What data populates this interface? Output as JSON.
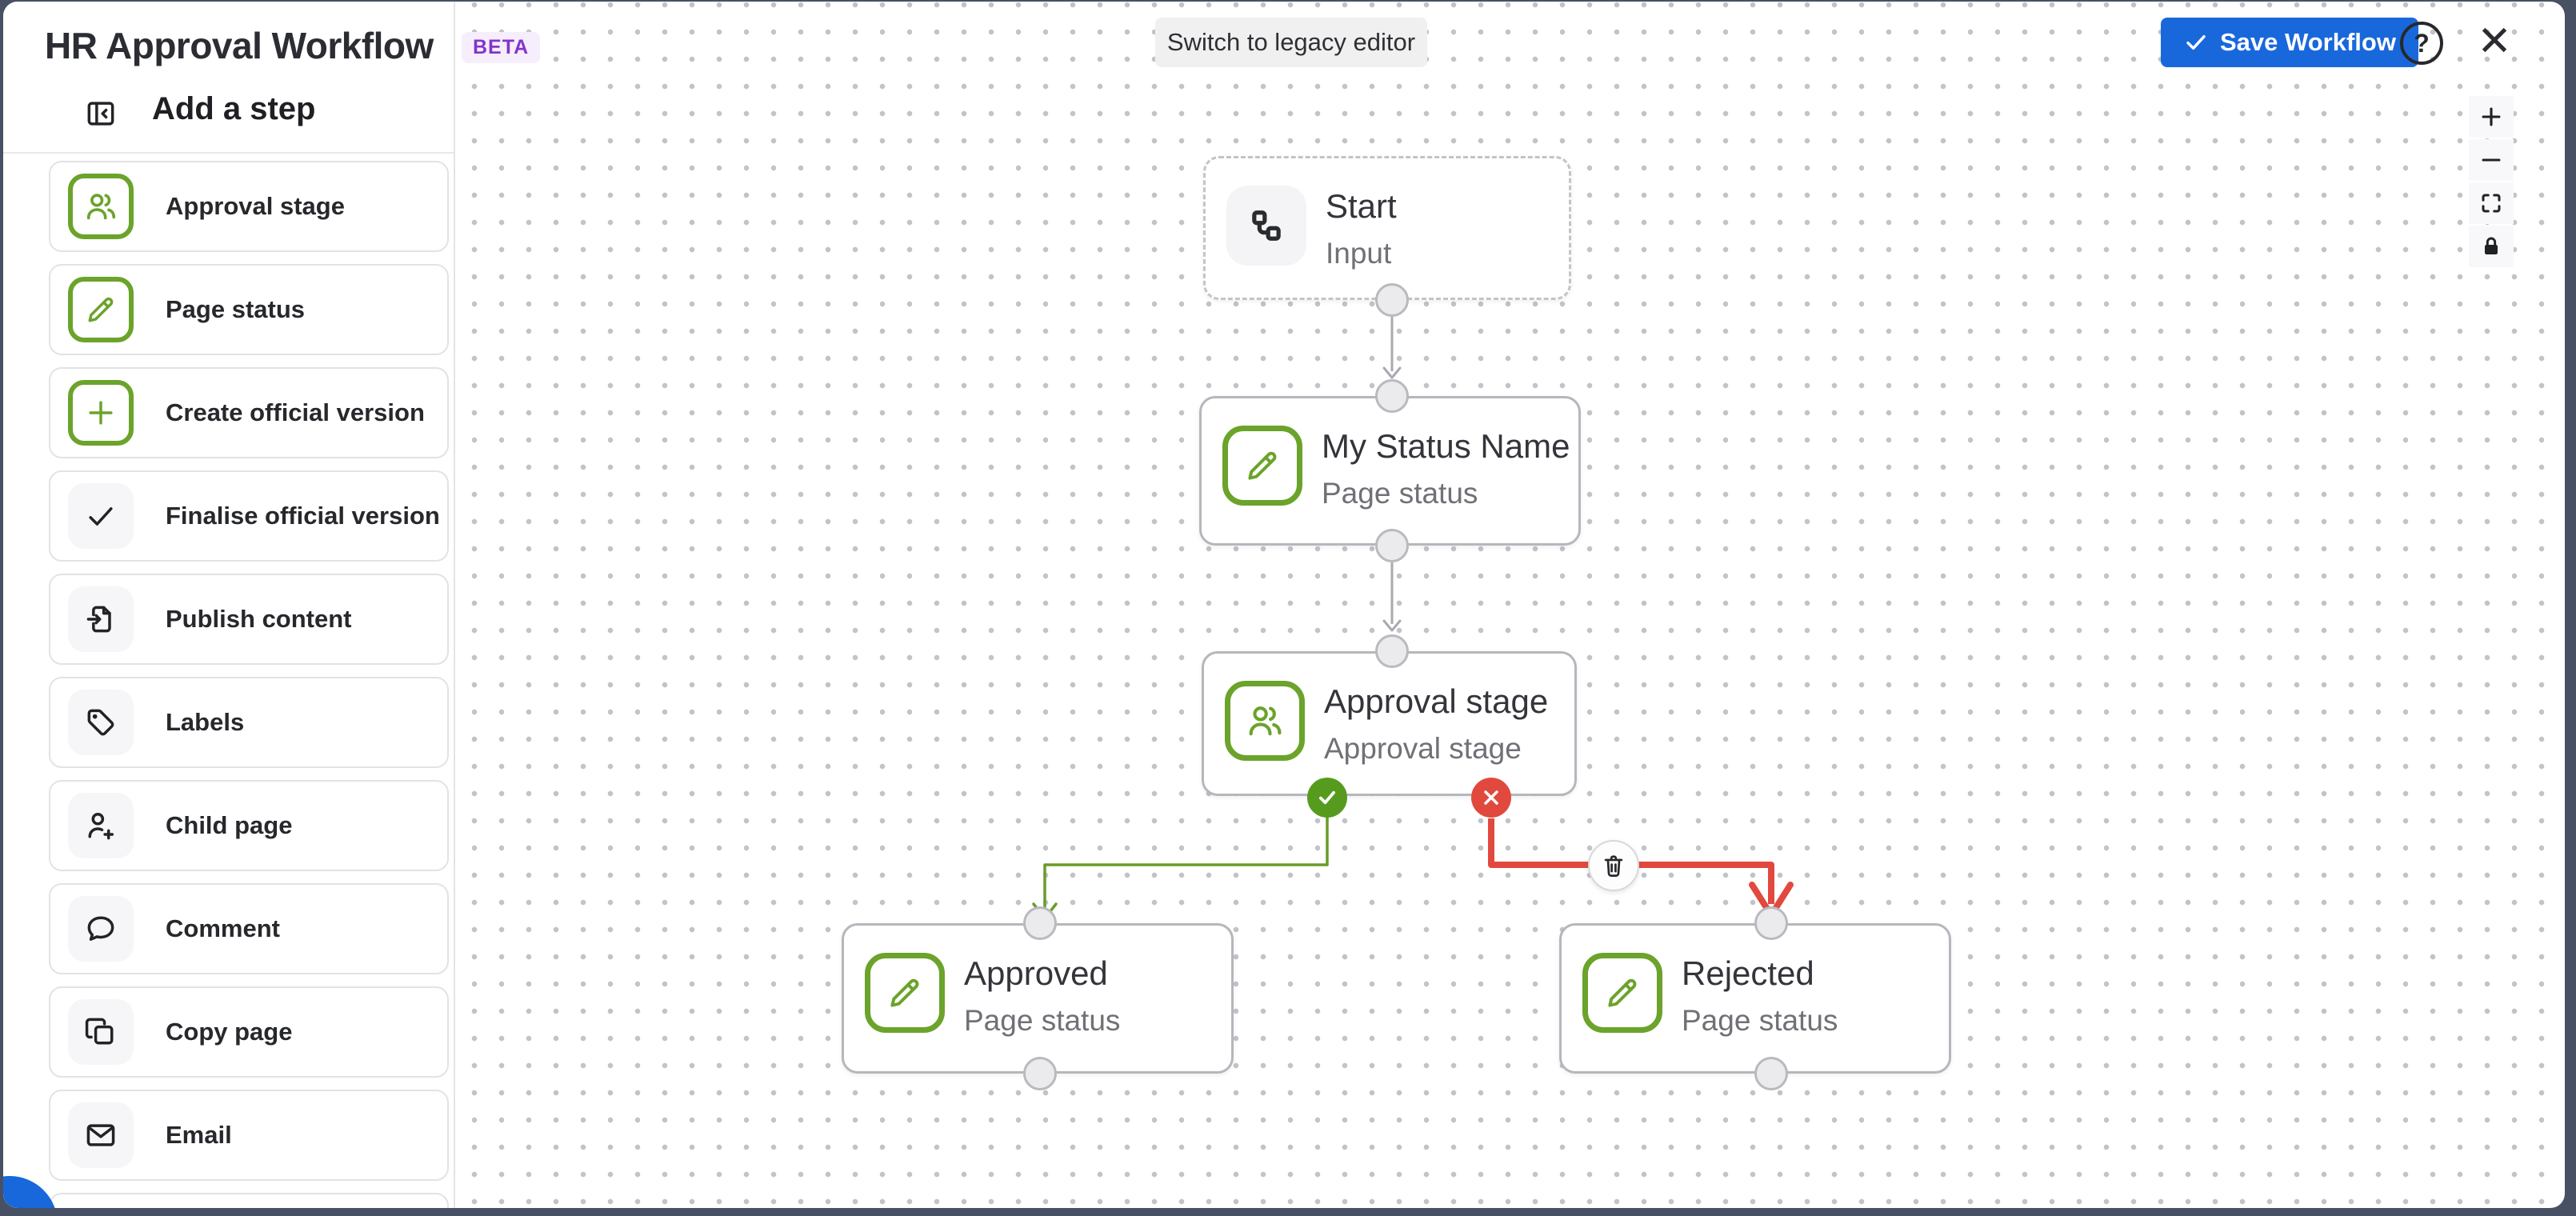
{
  "app": {
    "title": "HR Approval Workflow",
    "beta": "BETA"
  },
  "toolbar": {
    "switch_label": "Switch to legacy editor",
    "save_label": "Save Workflow",
    "help_label": "?"
  },
  "sidebar": {
    "title": "Add a step",
    "items": [
      {
        "label": "Approval stage",
        "icon": "people-icon",
        "variant": "green"
      },
      {
        "label": "Page status",
        "icon": "pencil-icon",
        "variant": "green"
      },
      {
        "label": "Create official version",
        "icon": "plus-icon",
        "variant": "green"
      },
      {
        "label": "Finalise official version",
        "icon": "check-icon",
        "variant": "gray"
      },
      {
        "label": "Publish content",
        "icon": "publish-icon",
        "variant": "gray"
      },
      {
        "label": "Labels",
        "icon": "tag-icon",
        "variant": "gray"
      },
      {
        "label": "Child page",
        "icon": "person-plus-icon",
        "variant": "gray"
      },
      {
        "label": "Comment",
        "icon": "comment-icon",
        "variant": "gray"
      },
      {
        "label": "Copy page",
        "icon": "copy-icon",
        "variant": "gray"
      },
      {
        "label": "Email",
        "icon": "email-icon",
        "variant": "gray"
      }
    ]
  },
  "canvas": {
    "nodes": {
      "start": {
        "title": "Start",
        "subtitle": "Input",
        "icon": "workflow-icon"
      },
      "status": {
        "title": "My Status Name",
        "subtitle": "Page status",
        "icon": "pencil-icon"
      },
      "approval": {
        "title": "Approval stage",
        "subtitle": "Approval stage",
        "icon": "people-icon"
      },
      "approved": {
        "title": "Approved",
        "subtitle": "Page status",
        "icon": "pencil-icon"
      },
      "rejected": {
        "title": "Rejected",
        "subtitle": "Page status",
        "icon": "pencil-icon"
      }
    },
    "edges": [
      {
        "from": "start",
        "to": "status",
        "color": "gray"
      },
      {
        "from": "status",
        "to": "approval",
        "color": "gray"
      },
      {
        "from": "approval-approve",
        "to": "approved",
        "color": "green"
      },
      {
        "from": "approval-reject",
        "to": "rejected",
        "color": "red"
      }
    ],
    "zoom_controls": [
      "zoom-in",
      "zoom-out",
      "fit-view",
      "lock"
    ]
  },
  "colors": {
    "accent_green": "#6ba32b",
    "badge_green": "#579b1e",
    "badge_red": "#e2493e",
    "primary_blue": "#1868db",
    "backdrop": "#475163",
    "beta_purple": "#8435c9"
  }
}
